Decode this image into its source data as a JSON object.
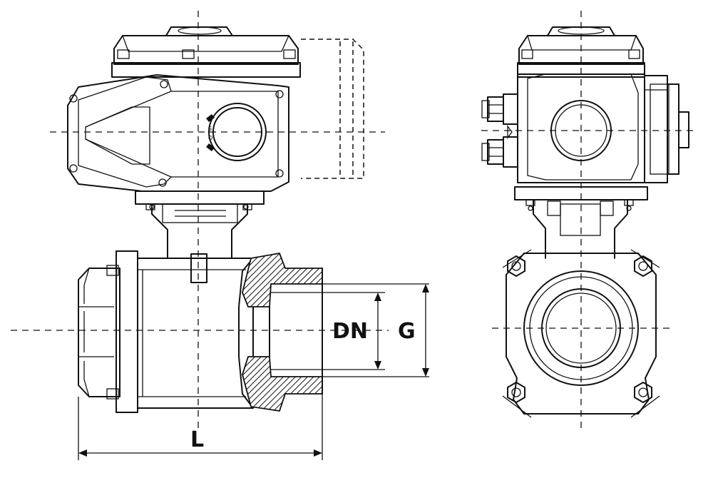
{
  "labels": {
    "nominal_diameter": "DN",
    "thread_size": "G",
    "length": "L"
  }
}
